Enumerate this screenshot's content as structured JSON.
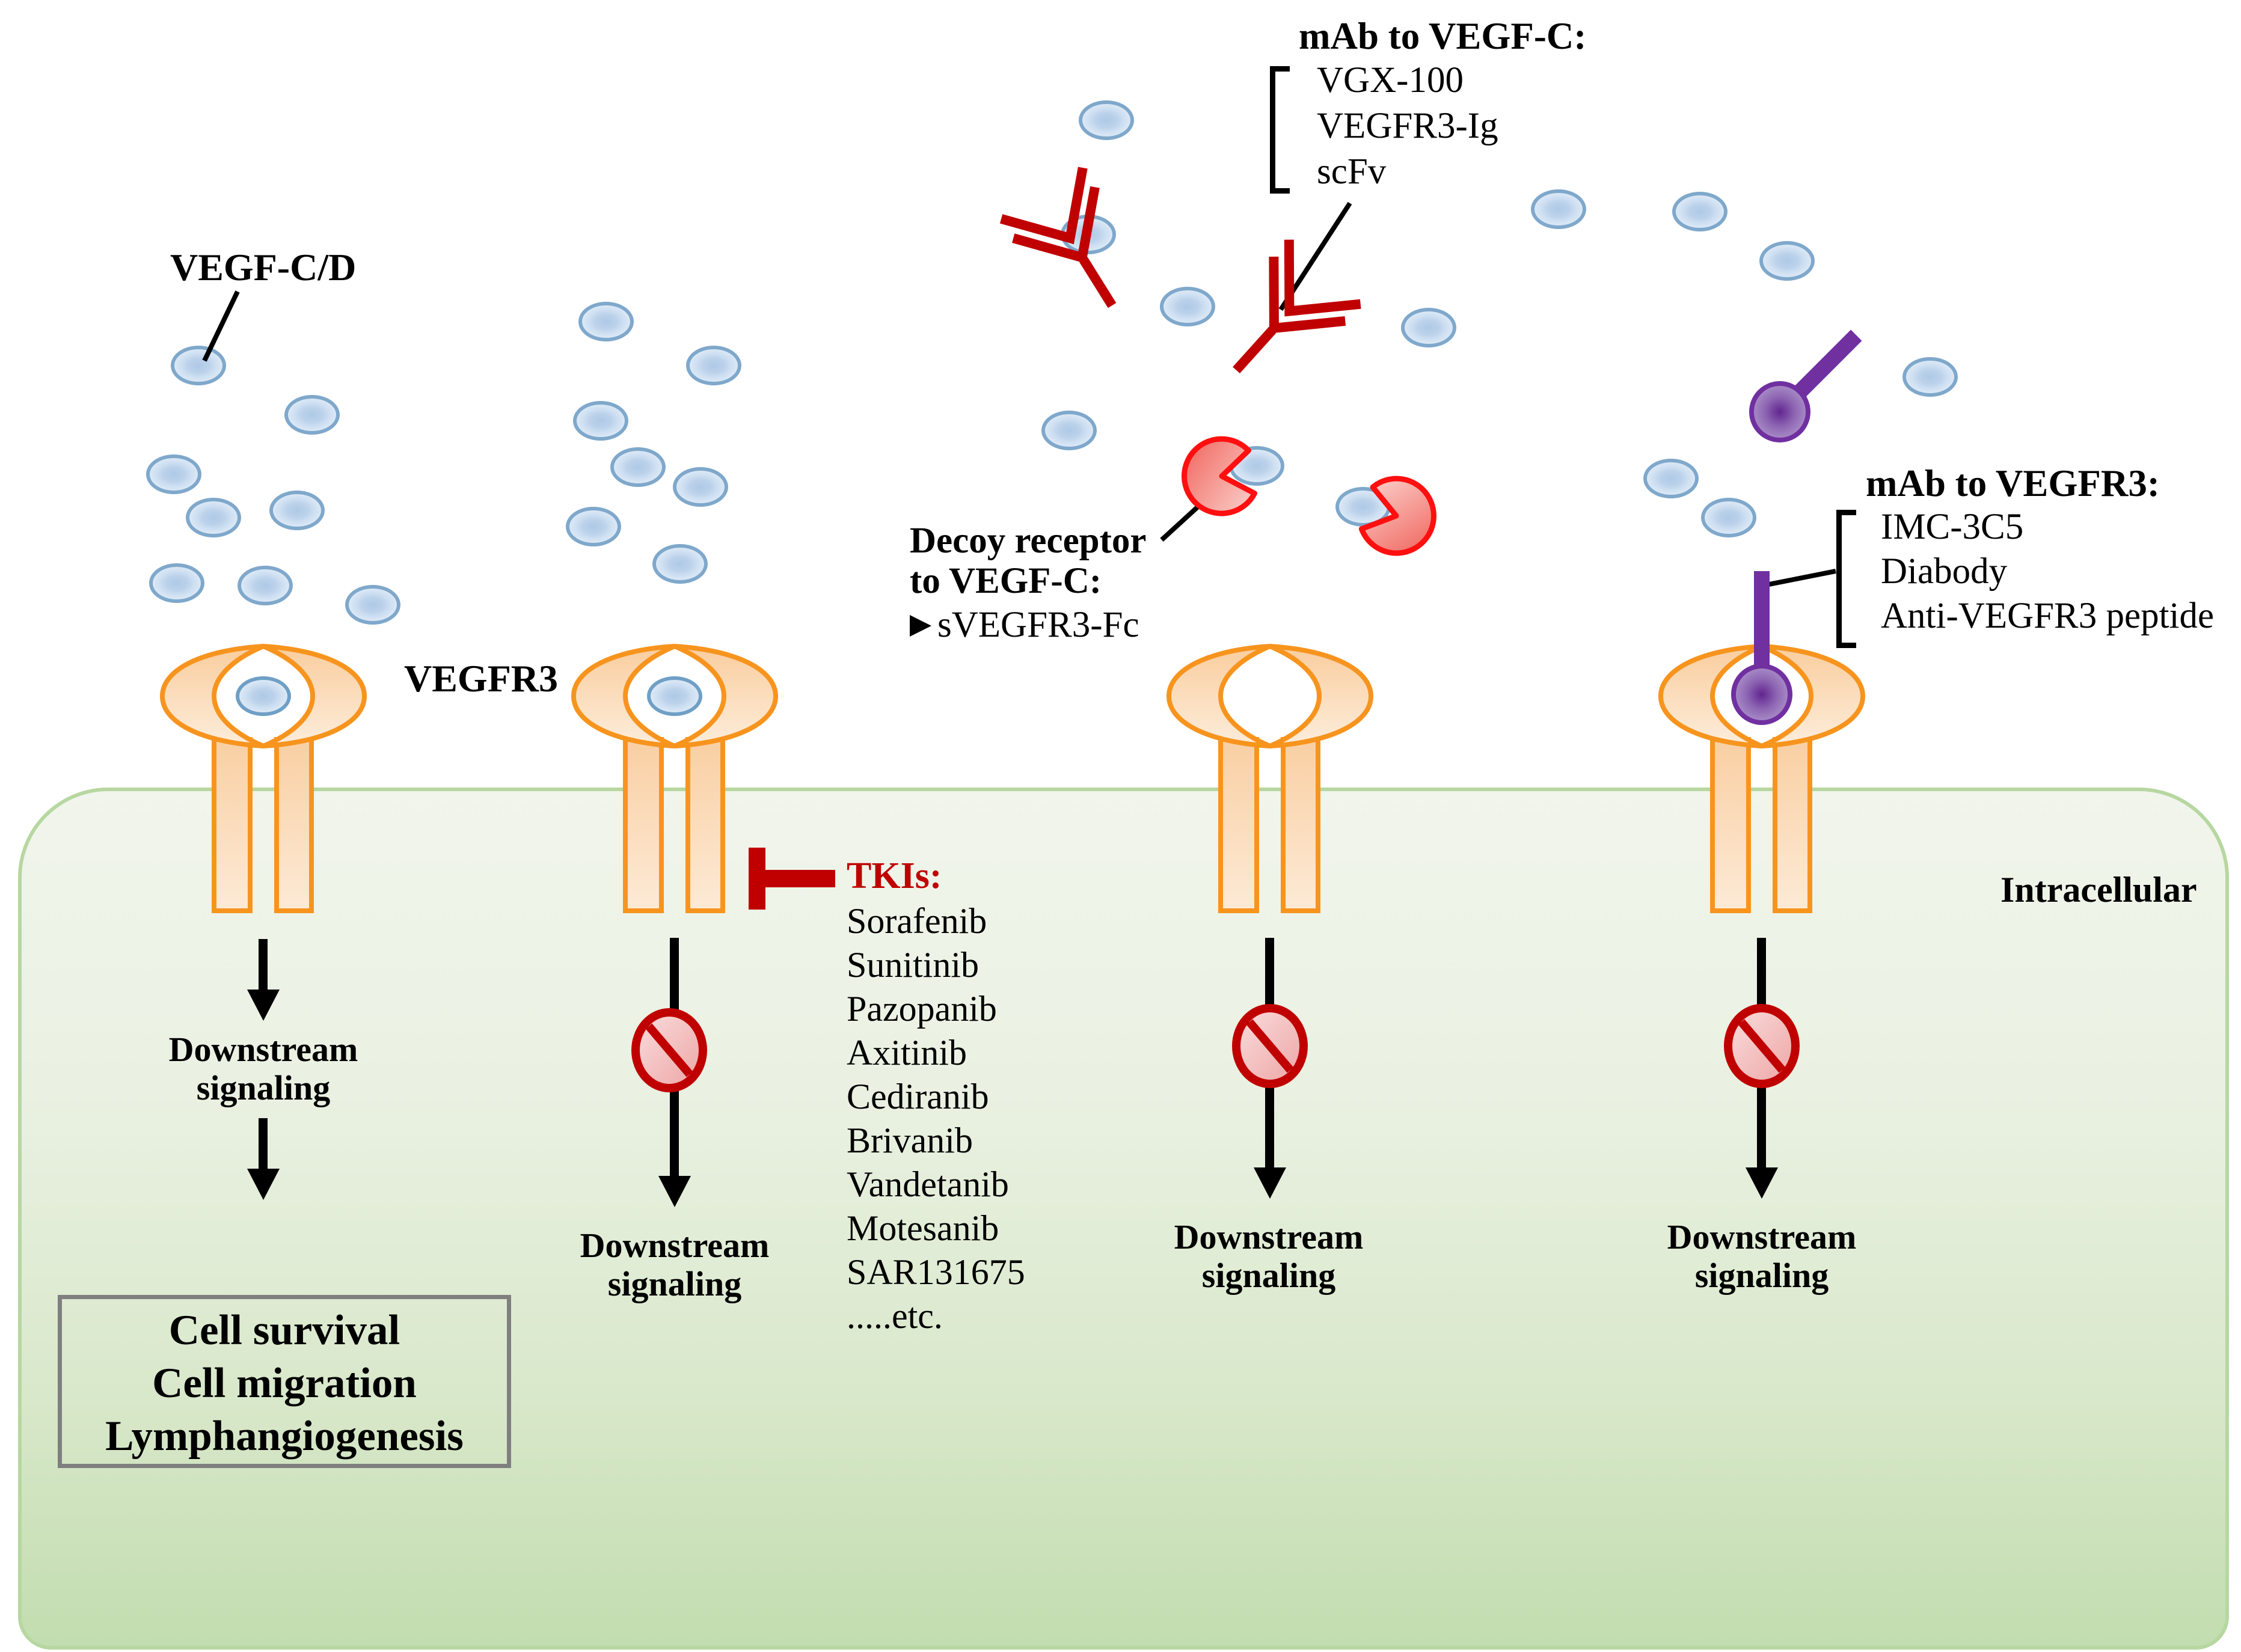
{
  "labels": {
    "ligand": "VEGF-C/D",
    "receptor": "VEGFR3",
    "intracellular": "Intracellular",
    "downstream_line1": "Downstream",
    "downstream_line2": "signaling"
  },
  "mab_vegfc": {
    "title": "mAb to VEGF-C:",
    "items": [
      "VGX-100",
      "VEGFR3-Ig",
      "scFv"
    ]
  },
  "decoy_receptor": {
    "title_line1": "Decoy receptor",
    "title_line2": "to VEGF-C:",
    "item": "sVEGFR3-Fc"
  },
  "tkis": {
    "title": "TKIs:",
    "items": [
      "Sorafenib",
      "Sunitinib",
      "Pazopanib",
      "Axitinib",
      "Cediranib",
      "Brivanib",
      "Vandetanib",
      "Motesanib",
      "SAR131675",
      ".....etc."
    ]
  },
  "mab_vegfr3": {
    "title": "mAb to VEGFR3:",
    "items": [
      "IMC-3C5",
      "Diabody",
      "Anti-VEGFR3 peptide"
    ]
  },
  "outcomes": {
    "lines": [
      "Cell survival",
      "Cell migration",
      "Lymphangiogenesis"
    ]
  },
  "colors": {
    "receptor_orange": "#F7941E",
    "antibody_red": "#C00000",
    "decoy_red": "#FF0000",
    "mab_purple": "#7030A0",
    "ligand_blue_border": "#7FA8CB",
    "membrane_green_border": "#B7D7A1",
    "tki_text_red": "#C00000",
    "prohibition_red": "#C00000"
  }
}
